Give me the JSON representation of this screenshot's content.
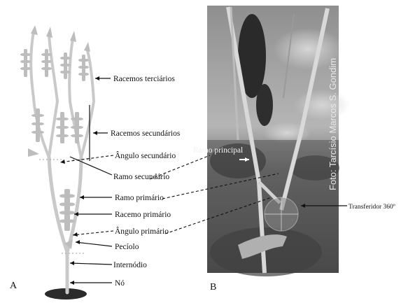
{
  "panel_a": {
    "letter": "A",
    "labels": {
      "racemos_terciarios": "Racemos terciários",
      "racemos_secundarios": "Racemos secundários",
      "angulo_secundario": "Ângulo secundário",
      "ramo_secundario": "Ramo secundário",
      "ramo_primario": "Ramo primário",
      "racemo_primario": "Racemo primário",
      "angulo_primario": "Ângulo primário",
      "peciolo": "Pecíolo",
      "internodio": "Internódio",
      "no": "Nó"
    }
  },
  "panel_b": {
    "letter": "B",
    "ramo_principal": "Ramo principal",
    "transferidor": "Transferidor 360º",
    "photo_credit": "Foto: Tarcísio Marcos S. Gondim"
  },
  "colors": {
    "plant": "#c9c9c9",
    "ground": "#2b2b2b",
    "photo_sky": "#9a9a9a",
    "photo_soil": "#4a4a4a"
  }
}
